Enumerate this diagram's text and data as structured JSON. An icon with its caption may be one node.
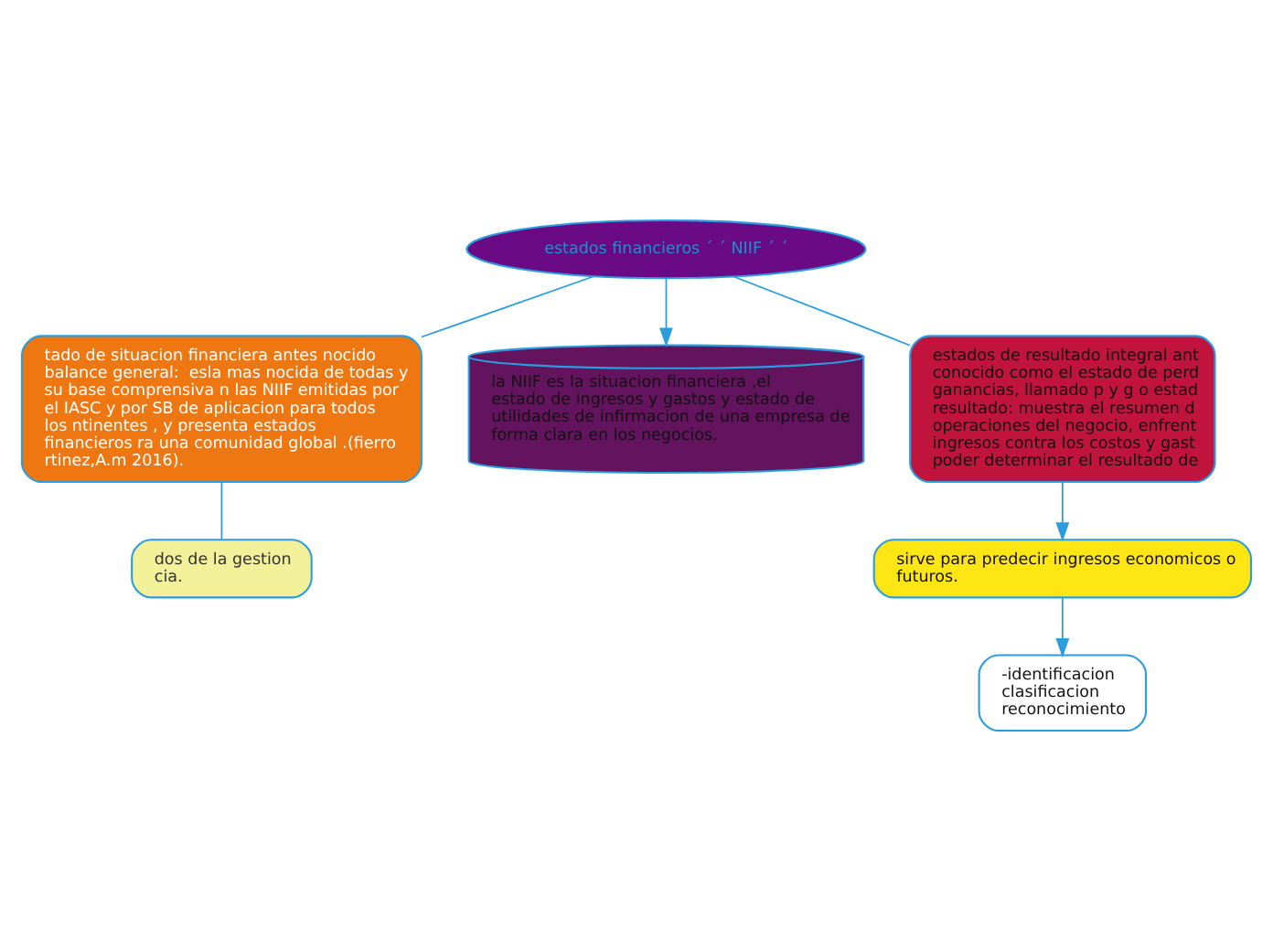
{
  "diagram": {
    "nodes": [
      {
        "text": [
          "estados financieros ´ ´ NIIF ´ ´"
        ]
      },
      {
        "text": [
          "tado de situacion financiera antes nocido balance general:  esla mas nocida de todas y su base comprensiva n las NIIF emitidas por el IASC y por SB de aplicacion para todos los ntinentes , y presenta estados financieros ra una comunidad global .(fierro rtinez,A.m 2016)."
        ]
      },
      {
        "text": [
          "la NIIF es la situacion financiera ,el estado de ingresos y gastos y estado de utilidades de infirmacion de una empresa de forma clara en los negocios."
        ]
      },
      {
        "text": [
          "estados de resultado integral ant conocido como el estado de perd ganancias, llamado p y g o estad resultado: muestra el resumen d operaciones del negocio, enfrent ingresos contra los costos y gast poder determinar el resultado de"
        ]
      },
      {
        "text": [
          "sirve para predecir ingresos economicos o futuros."
        ]
      },
      {
        "text": [
          "-identificacion clasificacion reconocimiento"
        ]
      },
      {
        "text": [
          "dos de la gestion cia."
        ]
      }
    ],
    "edges": [
      {
        "from": 0,
        "to": 1,
        "arrow": "none"
      },
      {
        "from": 0,
        "to": 2,
        "arrow": "to"
      },
      {
        "from": 0,
        "to": 3,
        "arrow": "none"
      },
      {
        "from": 3,
        "to": 4,
        "arrow": "to"
      },
      {
        "from": 4,
        "to": 5,
        "arrow": "to"
      },
      {
        "from": 1,
        "to": 6,
        "arrow": "none"
      }
    ]
  }
}
